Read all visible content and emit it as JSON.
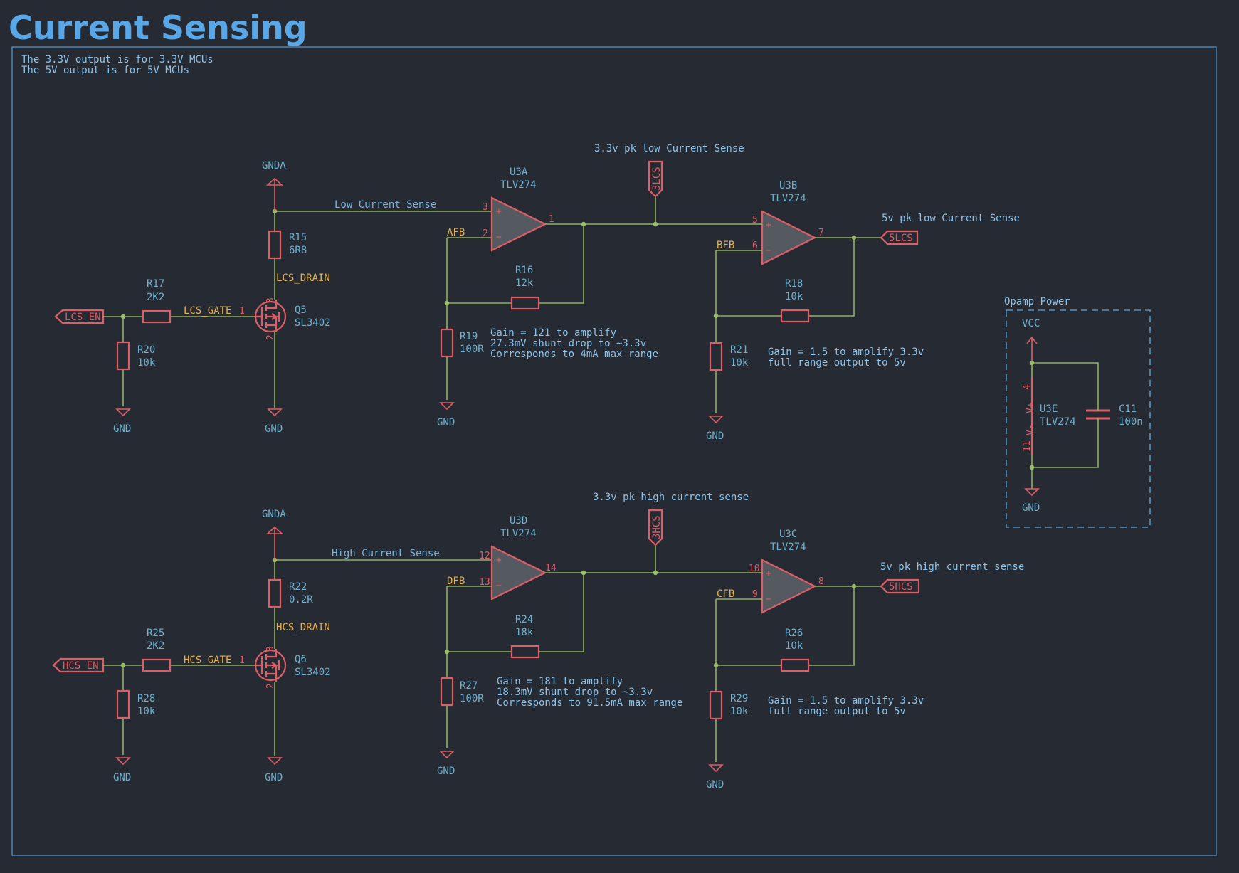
{
  "title": "Current Sensing",
  "notes": {
    "line1": "The 3.3V output is for 3.3V MCUs",
    "line2": "The 5V output is for 5V MCUs"
  },
  "power": {
    "gnda": "GNDA",
    "gnd": "GND",
    "vcc": "VCC"
  },
  "colors": {
    "background": "#262b33",
    "wire": "#8fb060",
    "component": "#de5e67",
    "frame": "#4f93c9",
    "net_label": "#e7b04c",
    "title": "#5aa7e8"
  },
  "low": {
    "input_port": "LCS_EN",
    "gate_net": "LCS_GATE",
    "drain_net": "LCS_DRAIN",
    "sense_net": "Low Current Sense",
    "fb1": "AFB",
    "fb2": "BFB",
    "label_3v": "3.3v pk low Current Sense",
    "port_3v": "3LCS",
    "label_5v": "5v pk low Current Sense",
    "port_5v": "5LCS",
    "r17": {
      "ref": "R17",
      "value": "2K2"
    },
    "r20": {
      "ref": "R20",
      "value": "10k"
    },
    "r15": {
      "ref": "R15",
      "value": "6R8"
    },
    "q5": {
      "ref": "Q5",
      "value": "SL3402",
      "gate_pin": "1",
      "drain_pin": "3",
      "source_pin": "2"
    },
    "u3a": {
      "ref": "U3A",
      "value": "TLV274",
      "pin_plus": "3",
      "pin_minus": "2",
      "pin_out": "1"
    },
    "r16": {
      "ref": "R16",
      "value": "12k"
    },
    "r19": {
      "ref": "R19",
      "value": "100R"
    },
    "gain1": {
      "l1": "Gain = 121 to amplify",
      "l2": "27.3mV shunt drop to ~3.3v",
      "l3": "Corresponds to 4mA max range"
    },
    "u3b": {
      "ref": "U3B",
      "value": "TLV274",
      "pin_plus": "5",
      "pin_minus": "6",
      "pin_out": "7"
    },
    "r18": {
      "ref": "R18",
      "value": "10k"
    },
    "r21": {
      "ref": "R21",
      "value": "10k"
    },
    "gain2": {
      "l1": "Gain = 1.5 to amplify 3.3v",
      "l2": "full range output to 5v"
    }
  },
  "high": {
    "input_port": "HCS_EN",
    "gate_net": "HCS_GATE",
    "drain_net": "HCS_DRAIN",
    "sense_net": "High Current Sense",
    "fb1": "DFB",
    "fb2": "CFB",
    "label_3v": "3.3v pk high current sense",
    "port_3v": "3HCS",
    "label_5v": "5v pk high current sense",
    "port_5v": "5HCS",
    "r25": {
      "ref": "R25",
      "value": "2K2"
    },
    "r28": {
      "ref": "R28",
      "value": "10k"
    },
    "r22": {
      "ref": "R22",
      "value": "0.2R"
    },
    "q6": {
      "ref": "Q6",
      "value": "SL3402",
      "gate_pin": "1",
      "drain_pin": "3",
      "source_pin": "2"
    },
    "u3d": {
      "ref": "U3D",
      "value": "TLV274",
      "pin_plus": "12",
      "pin_minus": "13",
      "pin_out": "14"
    },
    "r24": {
      "ref": "R24",
      "value": "18k"
    },
    "r27": {
      "ref": "R27",
      "value": "100R"
    },
    "gain1": {
      "l1": "Gain = 181 to amplify",
      "l2": "18.3mV shunt drop to ~3.3v",
      "l3": "Corresponds to 91.5mA max range"
    },
    "u3c": {
      "ref": "U3C",
      "value": "TLV274",
      "pin_plus": "10",
      "pin_minus": "9",
      "pin_out": "8"
    },
    "r26": {
      "ref": "R26",
      "value": "10k"
    },
    "r29": {
      "ref": "R29",
      "value": "10k"
    },
    "gain2": {
      "l1": "Gain = 1.5 to amplify 3.3v",
      "l2": "full range output to 5v"
    }
  },
  "opamp_power": {
    "title": "Opamp Power",
    "u3e": {
      "ref": "U3E",
      "value": "TLV274",
      "pin_vp": "4",
      "pin_vm": "11",
      "vp_label": "V+",
      "vm_label": "V-"
    },
    "c11": {
      "ref": "C11",
      "value": "100n"
    }
  }
}
